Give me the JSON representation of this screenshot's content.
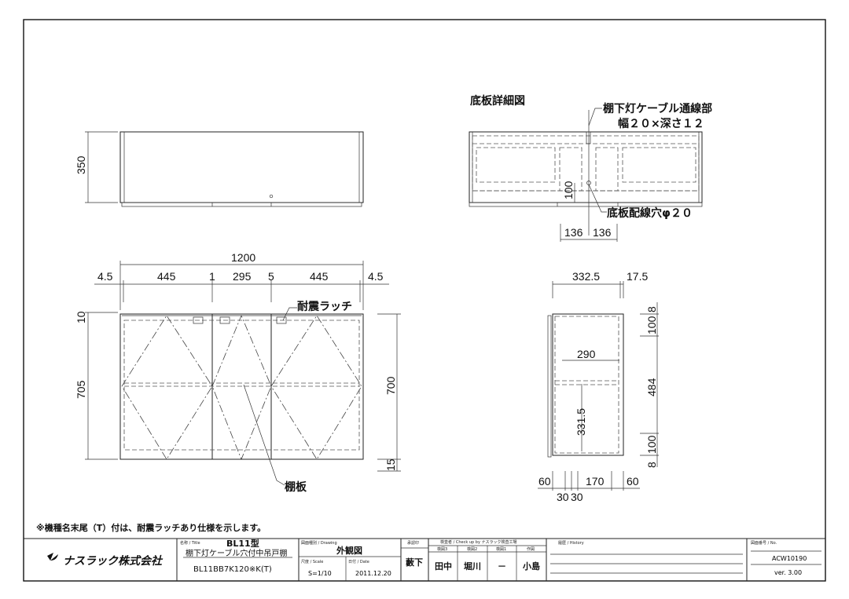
{
  "drawing": {
    "top_view": {
      "height_dim": "350"
    },
    "front_view": {
      "overall": "1200",
      "segments": [
        "4.5",
        "445",
        "1",
        "295",
        "5",
        "445",
        "4.5"
      ],
      "left_dims": [
        "10",
        "705"
      ],
      "right_dims": [
        "700",
        "15"
      ],
      "latch_label": "耐震ラッチ",
      "shelf_label": "棚板"
    },
    "bottom_detail": {
      "title": "底板詳細図",
      "cable_label_1": "棚下灯ケーブル通線部",
      "cable_label_2": "幅２０×深さ１２",
      "hole_label": "底板配線穴φ２０",
      "dim_100": "100",
      "dim_left": "136",
      "dim_right": "136"
    },
    "side_view": {
      "top_dims": [
        "332.5",
        "17.5"
      ],
      "right_dims": [
        "8",
        "100",
        "484",
        "100",
        "8"
      ],
      "inner_width": "290",
      "shelf_height": "331.5",
      "bottom_dims": [
        "60",
        "30",
        "30",
        "170",
        "60"
      ]
    },
    "note": "※機種名末尾（T）付は、耐震ラッチあり仕様を示します。"
  },
  "title_block": {
    "company": "ナスラック株式会社",
    "title_label": "名称 / Title",
    "title_line1": "BL11型",
    "title_line2": "棚下灯ケーブル穴付中吊戸棚",
    "model": "BL11BB7K120※K(T)",
    "drawing_label": "図面種別 / Drawing",
    "drawing_type": "外観図",
    "scale_label": "尺度 / Scale",
    "scale": "S=1/10",
    "date_label": "日付 / Date",
    "date": "2011.12.20",
    "approval_label": "承認印",
    "approver": "藪下",
    "check_label": "検査者 / Check up by ナスラック検査工場",
    "check_cols": [
      "検図3",
      "検図2",
      "検図1",
      "作図"
    ],
    "check_names": [
      "田中",
      "堀川",
      "－",
      "小島"
    ],
    "history_label": "履歴 / History",
    "number_label": "図面番号 / No.",
    "number": "ACW10190",
    "version": "ver. 3.00"
  }
}
